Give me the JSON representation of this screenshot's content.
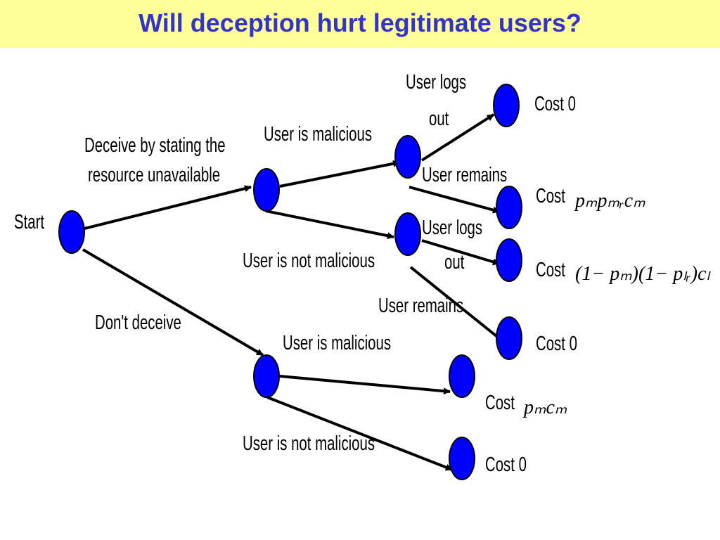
{
  "title": "Will deception hurt legitimate users?",
  "labels": {
    "start": "Start",
    "deceive_line1": "Deceive by stating the",
    "deceive_line2": "resource unavailable",
    "dont_deceive": "Don't deceive",
    "malicious_top": "User is malicious",
    "not_malicious_top": "User is not malicious",
    "malicious_bottom": "User is malicious",
    "not_malicious_bottom": "User is not malicious",
    "logs_out_1a": "User logs",
    "logs_out_1b": "out",
    "remains_1": "User remains",
    "logs_out_2a": "User logs",
    "logs_out_2b": "out",
    "remains_2": "User remains"
  },
  "outcomes": {
    "cost1": "Cost 0",
    "cost2_word": "Cost",
    "cost2_expr": "pₘpₘᵣcₘ",
    "cost3_word": "Cost",
    "cost3_expr": "(1− pₘ)(1− pₗᵣ)cₗ",
    "cost4": "Cost 0",
    "cost5_word": "Cost",
    "cost5_expr": "pₘcₘ",
    "cost6": "Cost 0"
  },
  "colors": {
    "title_bg": "#ffff99",
    "title_text": "#3333cc",
    "node_fill": "#0000ff",
    "node_stroke": "#000000"
  }
}
